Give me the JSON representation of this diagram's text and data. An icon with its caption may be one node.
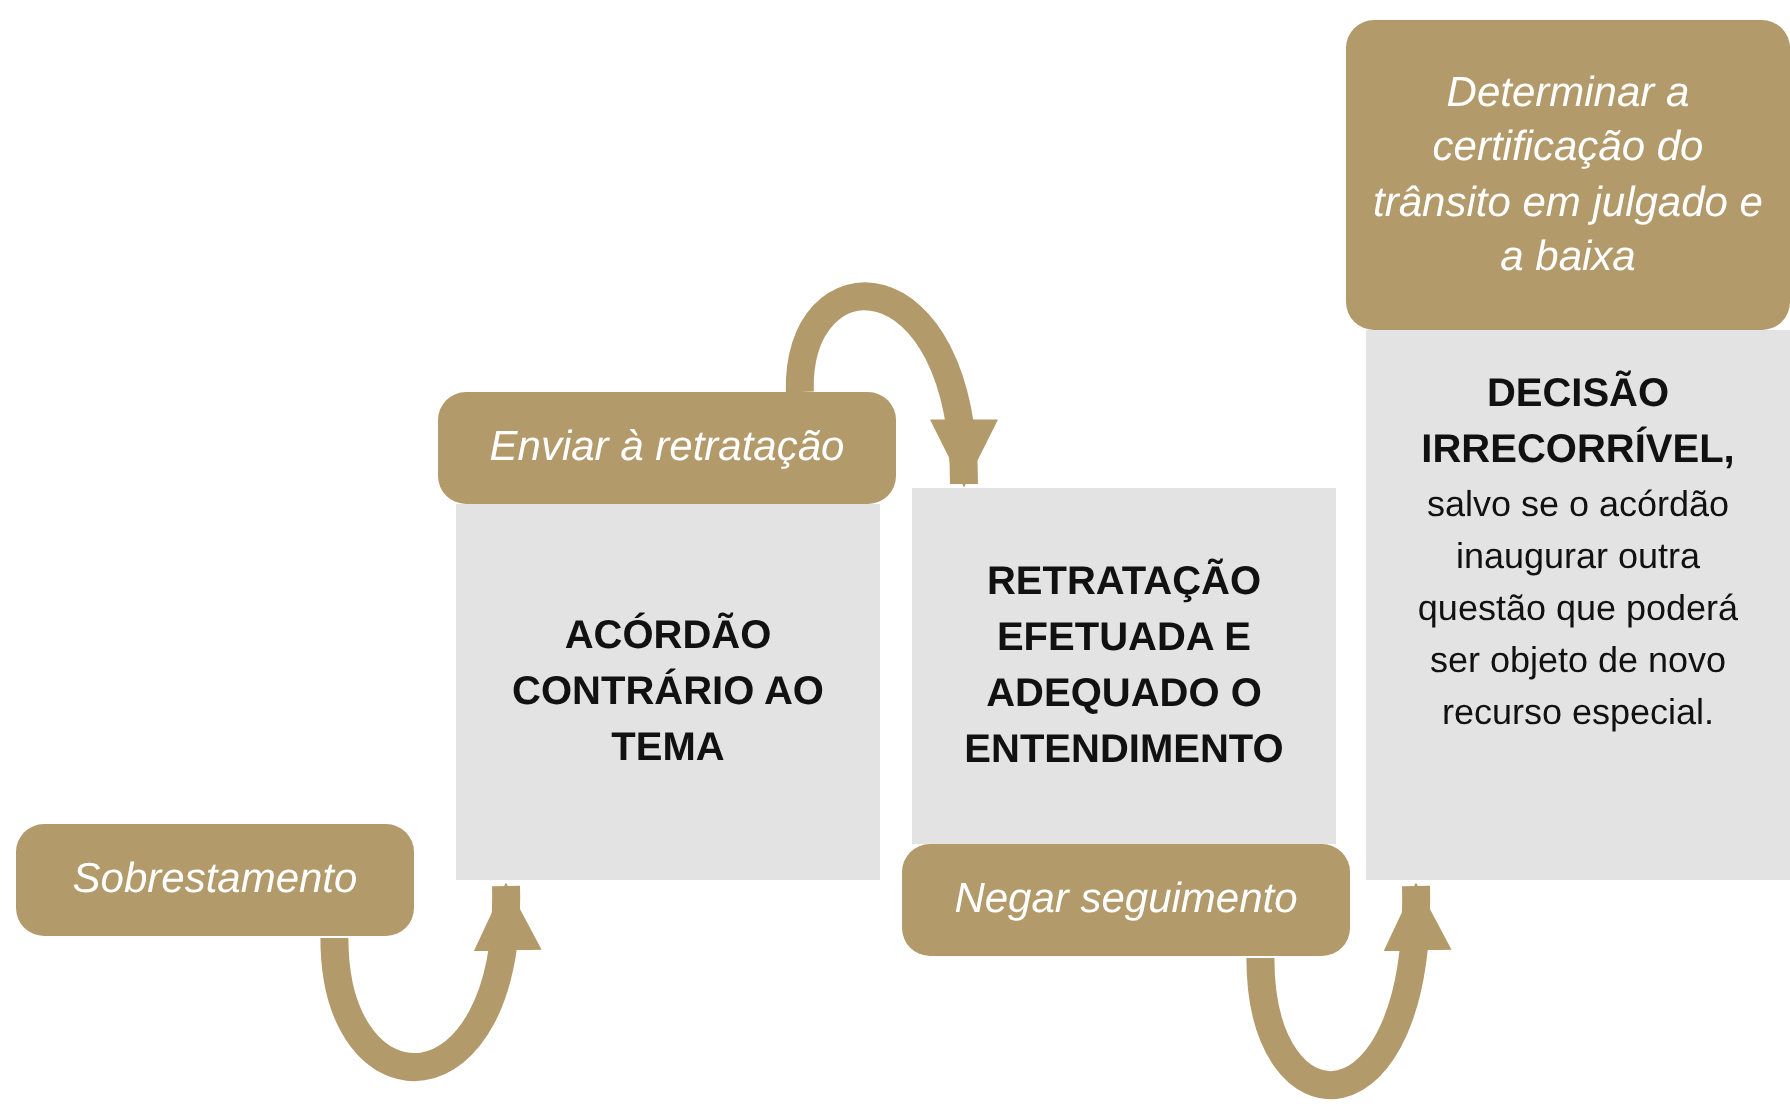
{
  "diagram": {
    "nodes": [
      {
        "text": [
          "Sobrestamento"
        ]
      },
      {
        "text": [
          "ACÓRDÃO CONTRÁRIO AO TEMA"
        ]
      },
      {
        "text": [
          "Enviar à retratação"
        ]
      },
      {
        "text": [
          "RETRATAÇÃO EFETUADA E ADEQUADO O ENTENDIMENTO"
        ]
      },
      {
        "text": [
          "Negar seguimento"
        ]
      },
      {
        "text": [
          "DECISÃO IRRECORRÍVEL,",
          "salvo se o acórdão inaugurar outra questão que poderá ser objeto de novo recurso especial."
        ]
      },
      {
        "text": [
          "Determinar a certificação do trânsito em julgado e a baixa"
        ]
      }
    ],
    "edges": [
      {
        "from": 0,
        "to": 1,
        "arrow": "to"
      },
      {
        "from": 2,
        "to": 3,
        "arrow": "to"
      },
      {
        "from": 4,
        "to": 5,
        "arrow": "to"
      }
    ]
  }
}
